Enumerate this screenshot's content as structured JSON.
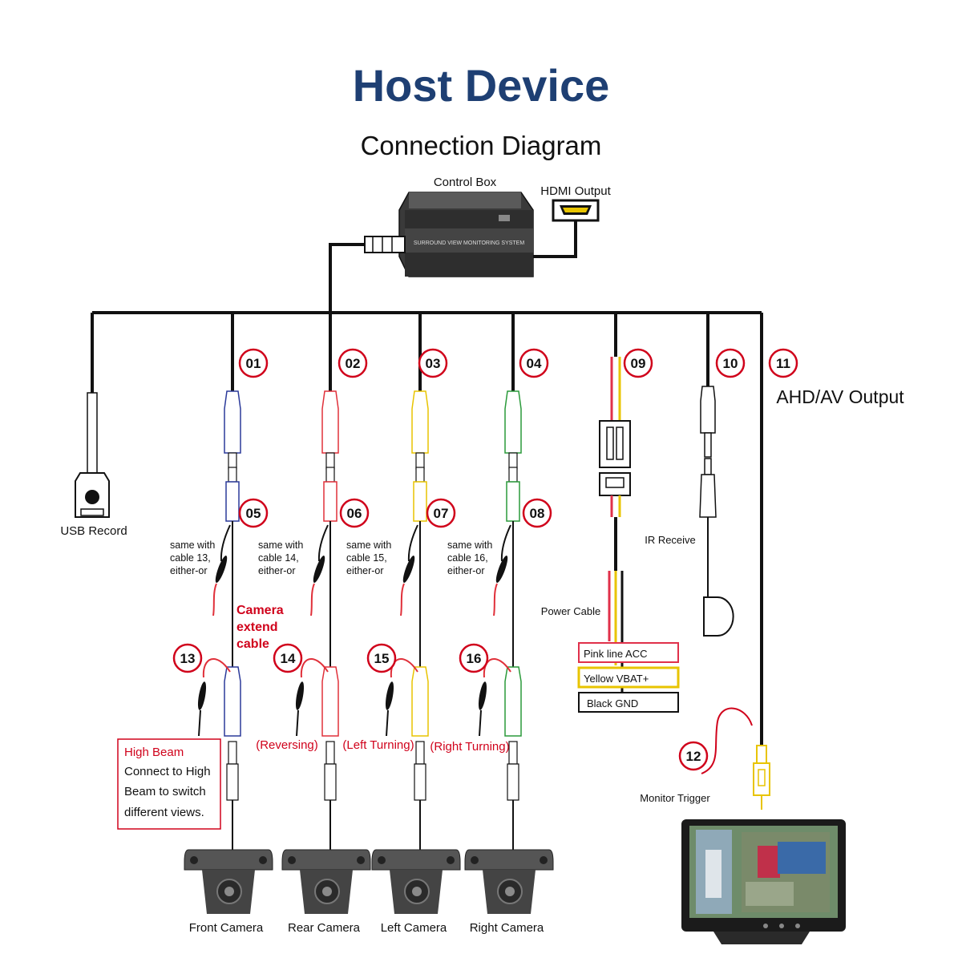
{
  "title": "Host Device",
  "subtitle": "Connection Diagram",
  "control_box": {
    "label": "Control Box",
    "brand_text": "SURROUND VIEW MONITORING SYSTEM"
  },
  "hdmi_label": "HDMI Output",
  "usb_label": "USB Record",
  "ahd_label": "AHD/AV Output",
  "ir_label": "IR Receive",
  "power_label": "Power Cable",
  "monitor_trigger_label": "Monitor Trigger",
  "camera_extend_label": [
    "Camera",
    "extend",
    "cable"
  ],
  "cable_numbers": [
    "01",
    "02",
    "03",
    "04",
    "05",
    "06",
    "07",
    "08",
    "09",
    "10",
    "11",
    "12",
    "13",
    "14",
    "15",
    "16"
  ],
  "same_with": [
    [
      "same with",
      "cable 13,",
      "either-or"
    ],
    [
      "same with",
      "cable 14,",
      "either-or"
    ],
    [
      "same with",
      "cable 15,",
      "either-or"
    ],
    [
      "same with",
      "cable 16,",
      "either-or"
    ]
  ],
  "trigger_labels": [
    "(Reversing)",
    "(Left Turning)",
    "(Right Turning)"
  ],
  "high_beam": {
    "heading": "High Beam",
    "lines": [
      "Connect to High",
      "Beam to switch",
      "different views."
    ]
  },
  "power_wires": [
    "Pink line ACC",
    "Yellow VBAT+",
    "Black GND"
  ],
  "cameras": [
    "Front Camera",
    "Rear Camera",
    "Left Camera",
    "Right Camera"
  ],
  "colors": {
    "title": "#1e3f73",
    "accent_red": "#d0021b",
    "blue": "#2b3a9a",
    "red": "#e0303a",
    "yellow": "#e8c400",
    "green": "#2a9a3a",
    "pink": "#e0304a"
  }
}
